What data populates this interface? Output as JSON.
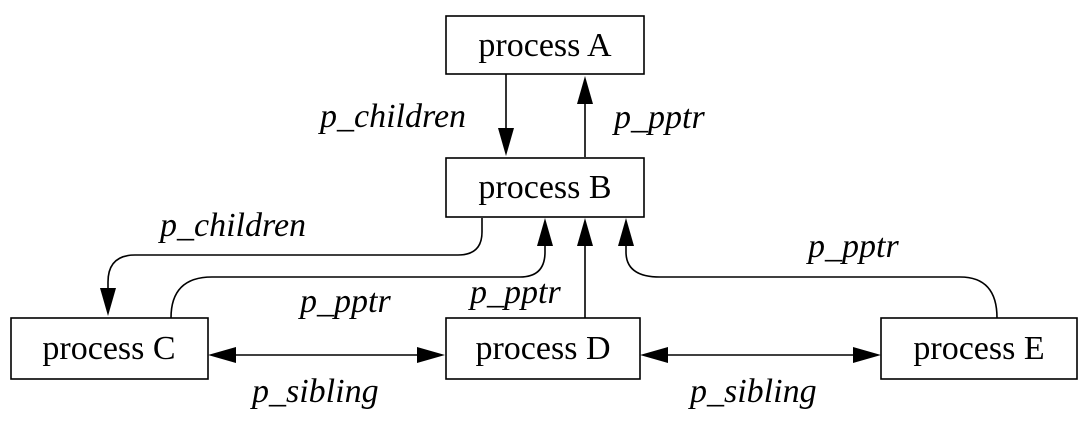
{
  "nodes": {
    "a": "process A",
    "b": "process B",
    "c": "process C",
    "d": "process D",
    "e": "process E"
  },
  "edges": {
    "a_b_children": "p_children",
    "b_a_pptr": "p_pptr",
    "b_c_children": "p_children",
    "c_b_pptr": "p_pptr",
    "d_b_pptr": "p_pptr",
    "e_b_pptr": "p_pptr",
    "c_d_sibling": "p_sibling",
    "d_e_sibling": "p_sibling"
  }
}
